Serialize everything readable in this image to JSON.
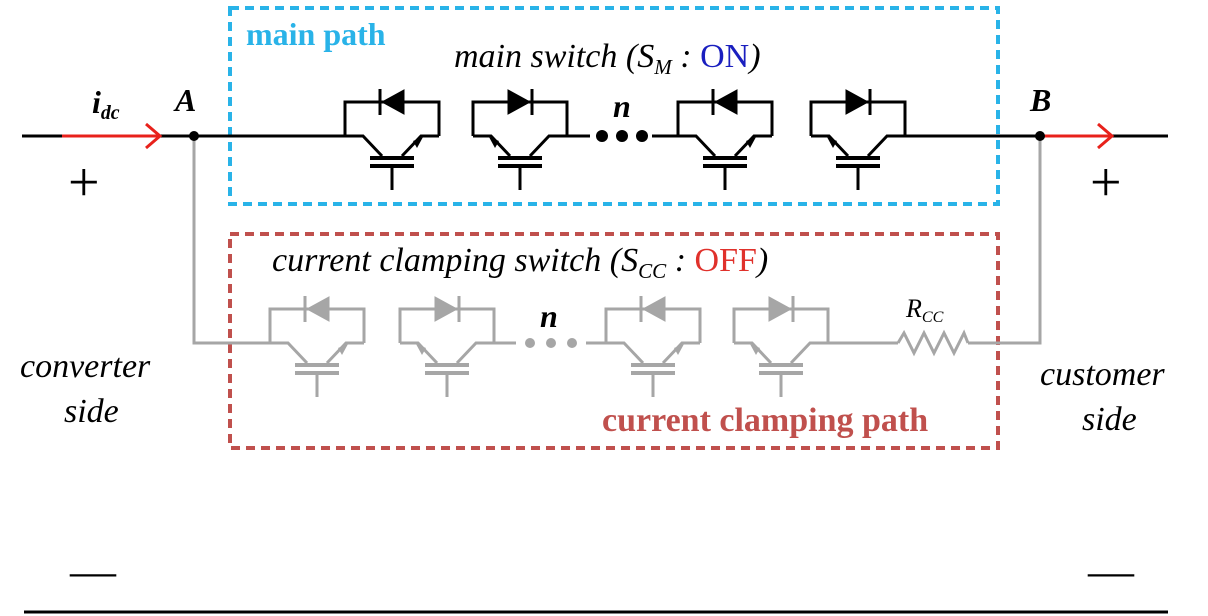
{
  "colors": {
    "main_box": "#29b3e8",
    "clamp_box": "#c0504d",
    "current_arrow": "#e8211b",
    "main_wire": "#000000",
    "clamp_wire": "#a6a6a6",
    "on_text": "#1a1fbf",
    "off_text": "#e0312b"
  },
  "labels": {
    "current": "i",
    "current_sub": "dc",
    "node_a": "A",
    "node_b": "B",
    "plus": "+",
    "minus": "—",
    "main_path": "main path",
    "main_switch_prefix": "main switch (S",
    "main_switch_sub": "M",
    "main_switch_sep": " : ",
    "main_switch_state": "ON",
    "main_switch_suffix": ")",
    "main_n": "n",
    "clamp_switch_prefix": "current clamping switch (S",
    "clamp_switch_sub": "CC",
    "clamp_switch_sep": " : ",
    "clamp_switch_state": "OFF",
    "clamp_switch_suffix": ")",
    "clamp_n": "n",
    "resistor": "R",
    "resistor_sub": "CC",
    "clamp_path": "current clamping path",
    "converter_side_1": "converter",
    "converter_side_2": "side",
    "customer_side_1": "customer",
    "customer_side_2": "side"
  },
  "components": {
    "main_igbts": [
      {
        "diode_dir": "left"
      },
      {
        "diode_dir": "right"
      },
      {
        "diode_dir": "left"
      },
      {
        "diode_dir": "right"
      }
    ],
    "clamp_igbts": [
      {
        "diode_dir": "left"
      },
      {
        "diode_dir": "right"
      },
      {
        "diode_dir": "left"
      },
      {
        "diode_dir": "right"
      }
    ]
  }
}
